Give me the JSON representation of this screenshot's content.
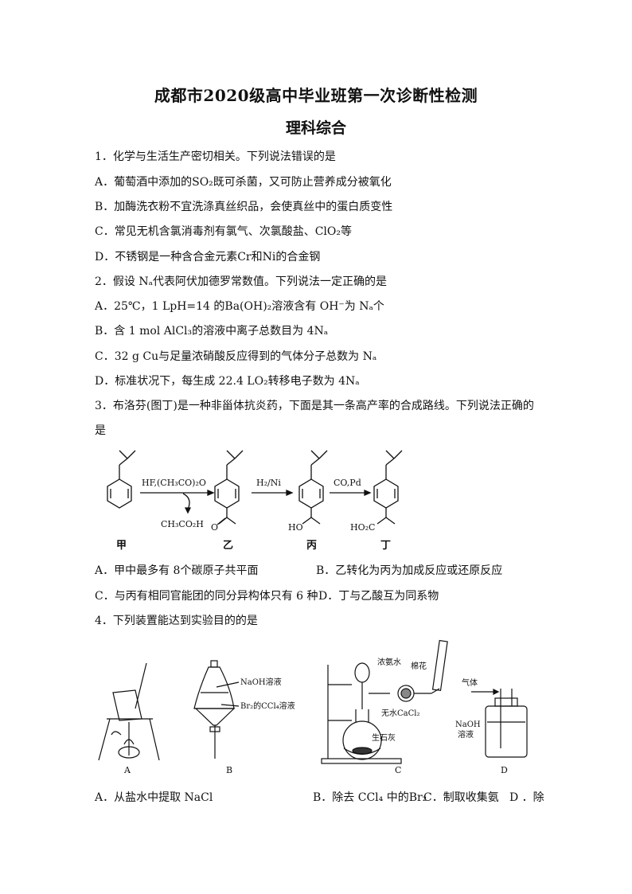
{
  "header": {
    "title": "成都市2020级高中毕业班第一次诊断性检测",
    "subtitle": "理科综合"
  },
  "q1": {
    "stem": "1．化学与生活生产密切相关。下列说法错误的是",
    "A": "A．葡萄酒中添加的SO₂既可杀菌，又可防止营养成分被氧化",
    "B": "B．加酶洗衣粉不宜洗涤真丝织品，会使真丝中的蛋白质变性",
    "C": "C．常见无机含氯消毒剂有氯气、次氯酸盐、ClO₂等",
    "D": "D．不锈钢是一种含合金元素Cr和Ni的合金钢"
  },
  "q2": {
    "stem": "2．假设 Nₐ代表阿伏加德罗常数值。下列说法一定正确的是",
    "A": "A．25℃，1 LpH=14 的Ba(OH)₂溶液含有 OH⁻为 Nₐ个",
    "B": "B．含 1 mol AlCl₃的溶液中离子总数目为 4Nₐ",
    "C": "C．32 g Cu与足量浓硝酸反应得到的气体分子总数为 Nₐ",
    "D": "D．标准状况下，每生成 22.4 LO₂转移电子数为 4Nₐ"
  },
  "q3": {
    "stem_line1": "3．布洛芬(图丁)是一种非甾体抗炎药，下面是其一条高产率的合成路线。下列说法正确的",
    "stem_line2": "是",
    "scheme": {
      "reagent1": "HF,(CH₃CO)₂O",
      "byproduct": "CH₃CO₂H",
      "reagent2": "H₂/Ni",
      "reagent3": "CO,Pd",
      "group_bing": "HO",
      "group_ding": "HO₂C",
      "label_jia": "甲",
      "label_yi": "乙",
      "label_bing": "丙",
      "label_ding": "丁"
    },
    "A": "A．甲中最多有 8个碳原子共平面",
    "B": "B．乙转化为丙为加成反应或还原反应",
    "C": "C．与丙有相同官能团的同分异构体只有 6 种",
    "D": "D．丁与乙酸互为同系物"
  },
  "q4": {
    "stem": "4．下列装置能达到实验目的的是",
    "apparatus": {
      "label_A": "A",
      "label_B": "B",
      "label_C": "C",
      "label_D": "D",
      "B_top": "NaOH溶液",
      "B_bottom": "Br₂的CCl₄溶液",
      "C_ammonia": "浓氨水",
      "C_cotton": "棉花",
      "C_cacl2": "无水CaCl₂",
      "C_lime": "生石灰",
      "D_gas": "气体",
      "D_naoh1": "NaOH",
      "D_naoh2": "溶液"
    },
    "A": "A．从盐水中提取 NaCl",
    "B": "B．除去 CCl₄ 中的Br₂",
    "C": "C．制取收集氨",
    "D": "D ．除"
  }
}
